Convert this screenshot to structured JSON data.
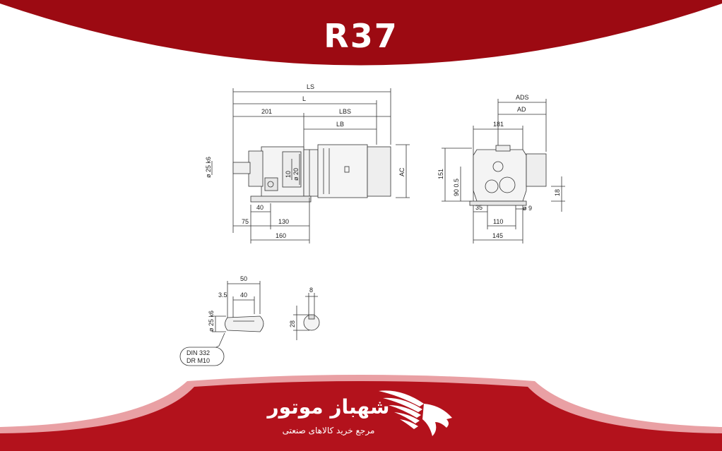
{
  "header": {
    "model": "R37",
    "color": "#9c0a12"
  },
  "side_view": {
    "labels": {
      "ls": "LS",
      "l": "L",
      "d201": "201",
      "lbs": "LBS",
      "lb": "LB",
      "shaft": "ø 25 k6",
      "d10": "10",
      "d20": "ø 20",
      "ac": "AC",
      "d40": "40",
      "d75": "75",
      "d130": "130",
      "d160": "160"
    }
  },
  "end_view": {
    "labels": {
      "ads": "ADS",
      "ad": "AD",
      "d181": "181",
      "d151": "151",
      "d90": "90 0.5",
      "d18": "18",
      "d35": "35",
      "phi9": "ø 9",
      "d110": "110",
      "d145": "145"
    }
  },
  "shaft_detail": {
    "labels": {
      "d50": "50",
      "d35b": "3.5",
      "d40b": "40",
      "shaft": "ø 25 k6",
      "din": "DIN 332",
      "dr": "DR M10"
    }
  },
  "key_detail": {
    "labels": {
      "d8": "8",
      "d28": "28"
    }
  },
  "footer": {
    "brand": "شهباز موتور",
    "tagline": "مرجع خرید کالاهای صنعتی",
    "band_color": "#b3121c",
    "accent_color": "#e9a0a4"
  }
}
